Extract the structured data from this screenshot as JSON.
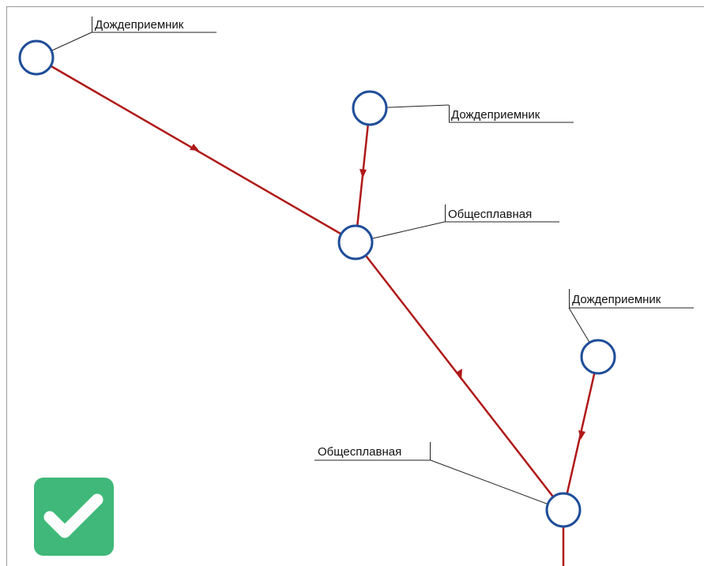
{
  "diagram": {
    "colors": {
      "pipe": "#b01818",
      "node_stroke": "#1f4e99",
      "node_fill": "#ffffff",
      "leader": "#222222",
      "frame": "#9a9a9a",
      "check_bg": "#3fb87a",
      "check_mark": "#ffffff"
    },
    "nodes": [
      {
        "id": "n1",
        "type": "Дождеприемник",
        "label": "Дождеприемник"
      },
      {
        "id": "n2",
        "type": "Дождеприемник",
        "label": "Дождеприемник"
      },
      {
        "id": "n3",
        "type": "Общесплавная",
        "label": "Общесплавная"
      },
      {
        "id": "n4",
        "type": "Дождеприемник",
        "label": "Дождеприемник"
      },
      {
        "id": "n5",
        "type": "Общесплавная",
        "label": "Общесплавная"
      }
    ],
    "pipes": [
      {
        "from": "n1",
        "to": "n3"
      },
      {
        "from": "n2",
        "to": "n3"
      },
      {
        "from": "n3",
        "to": "n5"
      },
      {
        "from": "n4",
        "to": "n5"
      },
      {
        "from": "n5",
        "to": "outlet"
      }
    ],
    "status_icon": "checkmark-icon"
  }
}
